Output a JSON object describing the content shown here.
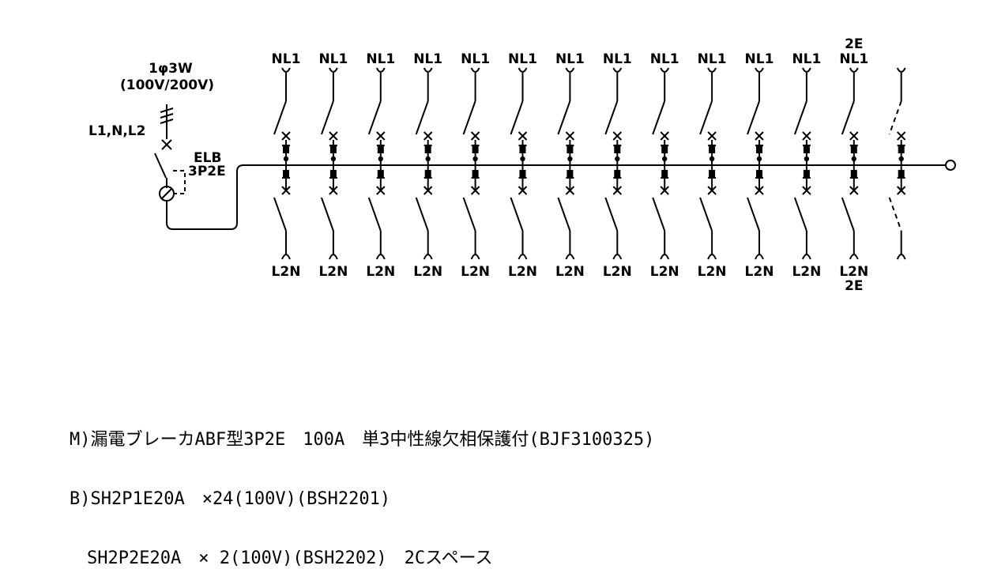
{
  "source": {
    "phase": "1φ3W",
    "voltage": "(100V/200V)",
    "wires": "L1,N,L2"
  },
  "main_breaker": {
    "name": "ELB",
    "poles": "3P2E"
  },
  "branches": {
    "top_labels": [
      "NL1",
      "NL1",
      "NL1",
      "NL1",
      "NL1",
      "NL1",
      "NL1",
      "NL1",
      "NL1",
      "NL1",
      "NL1",
      "NL1",
      "NL1"
    ],
    "bottom_labels": [
      "L2N",
      "L2N",
      "L2N",
      "L2N",
      "L2N",
      "L2N",
      "L2N",
      "L2N",
      "L2N",
      "L2N",
      "L2N",
      "L2N",
      "L2N"
    ],
    "last_top_extra": "2E",
    "last_bottom_extra": "2E",
    "spare_columns": 1
  },
  "notes": [
    "M)漏電ブレーカABF型3P2E　100A　単3中性線欠相保護付(BJF3100325)",
    "B)SH2P1E20A　×24(100V)(BSH2201)",
    "　SH2P2E20A　× 2(100V)(BSH2202)　2Cスペース"
  ]
}
